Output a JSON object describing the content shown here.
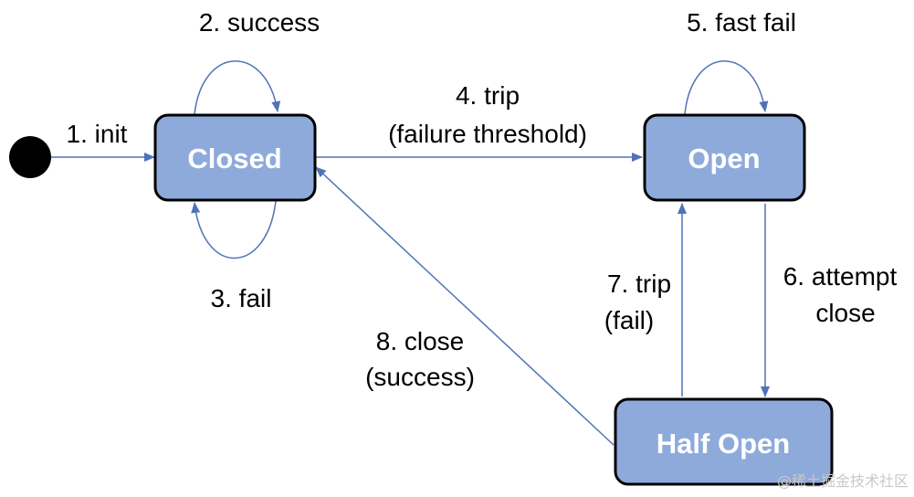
{
  "diagram": {
    "title": "",
    "initial_state": "initial",
    "states": [
      {
        "id": "closed",
        "label": "Closed"
      },
      {
        "id": "open",
        "label": "Open"
      },
      {
        "id": "half_open",
        "label": "Half Open"
      }
    ],
    "transitions": [
      {
        "from": "initial",
        "to": "closed",
        "label_lines": [
          "1. init"
        ]
      },
      {
        "from": "closed",
        "to": "closed",
        "label_lines": [
          "2. success"
        ]
      },
      {
        "from": "closed",
        "to": "closed",
        "label_lines": [
          "3. fail"
        ]
      },
      {
        "from": "closed",
        "to": "open",
        "label_lines": [
          "4. trip",
          "(failure threshold)"
        ]
      },
      {
        "from": "open",
        "to": "open",
        "label_lines": [
          "5. fast fail"
        ]
      },
      {
        "from": "open",
        "to": "half_open",
        "label_lines": [
          "6. attempt",
          "close"
        ]
      },
      {
        "from": "half_open",
        "to": "open",
        "label_lines": [
          "7. trip",
          "(fail)"
        ]
      },
      {
        "from": "half_open",
        "to": "closed",
        "label_lines": [
          "8. close",
          "(success)"
        ]
      }
    ],
    "colors": {
      "state_fill": "#8eaadb",
      "state_border": "#000000",
      "state_text": "#ffffff",
      "edge": "#4f73b8",
      "label_text": "#000000",
      "initial_node": "#000000"
    },
    "watermark": "@稀土掘金技术社区"
  }
}
